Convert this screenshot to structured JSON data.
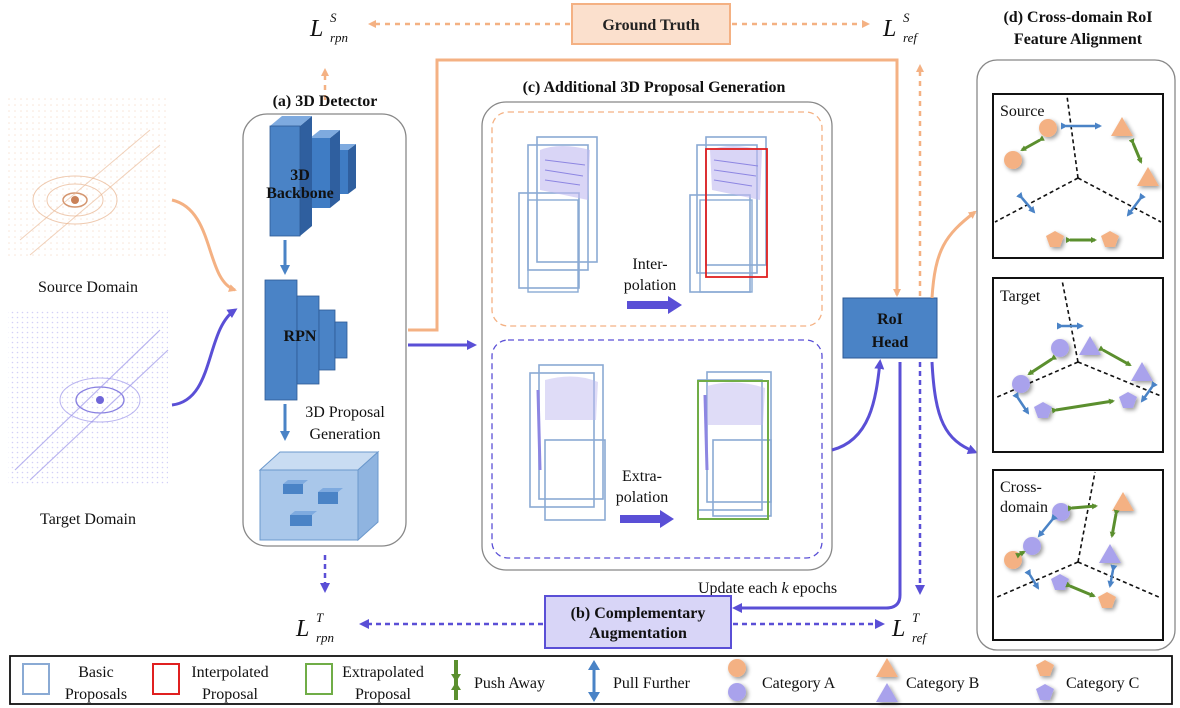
{
  "ground_truth": "Ground Truth",
  "losses": {
    "rpn_s": {
      "sym": "L",
      "sup": "S",
      "sub": "rpn"
    },
    "ref_s": {
      "sym": "L",
      "sup": "S",
      "sub": "ref"
    },
    "rpn_t": {
      "sym": "L",
      "sup": "T",
      "sub": "rpn"
    },
    "ref_t": {
      "sym": "L",
      "sup": "T",
      "sub": "ref"
    }
  },
  "domains": {
    "source": "Source Domain",
    "target": "Target Domain"
  },
  "detector": {
    "title": "(a) 3D  Detector",
    "backbone_line1": "3D",
    "backbone_line2": "Backbone",
    "rpn": "RPN",
    "proposal_line1": "3D Proposal",
    "proposal_line2": "Generation"
  },
  "proposal_gen": {
    "title": "(c) Additional 3D Proposal Generation",
    "interp_line1": "Inter-",
    "interp_line2": "polation",
    "extrap_line1": "Extra-",
    "extrap_line2": "polation"
  },
  "roi": {
    "line1": "RoI",
    "line2": "Head"
  },
  "update_text_pre": "Update each ",
  "update_k": "k",
  "update_text_post": "  epochs",
  "comp_aug": {
    "line1": "(b) Complementary",
    "line2": "Augmentation"
  },
  "alignment": {
    "title_line1": "(d) Cross-domain RoI",
    "title_line2": "Feature Alignment",
    "panel1": "Source",
    "panel2": "Target",
    "panel3_line1": "Cross-",
    "panel3_line2": "domain"
  },
  "legend": {
    "basic_1": "Basic",
    "basic_2": "Proposals",
    "interp_1": "Interpolated",
    "interp_2": "Proposal",
    "extrap_1": "Extrapolated",
    "extrap_2": "Proposal",
    "push": "Push Away",
    "pull": "Pull Further",
    "cat_a": "Category A",
    "cat_b": "Category B",
    "cat_c": "Category C"
  },
  "colors": {
    "orange": "#f4b183",
    "purple": "#5a4fd6",
    "blue": "#4a83c6",
    "green": "#5b8f2e",
    "red": "#e02020",
    "lavender": "#a9a2ec"
  }
}
